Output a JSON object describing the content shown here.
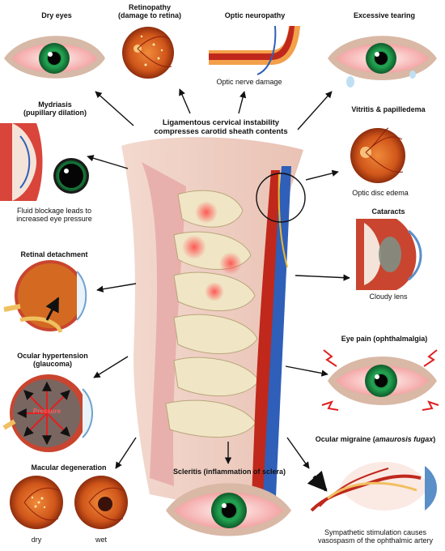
{
  "center": {
    "title_line1": "Ligamentous cervical instability",
    "title_line2": "compresses carotid sheath contents"
  },
  "conditions": {
    "dry_eyes": {
      "title": "Dry eyes"
    },
    "retinopathy": {
      "title": "Retinopathy",
      "subtitle": "(damage to retina)"
    },
    "optic_neuropathy": {
      "title": "Optic neuropathy",
      "caption": "Optic nerve damage"
    },
    "excessive_tearing": {
      "title": "Excessive tearing"
    },
    "mydriasis": {
      "title": "Mydriasis",
      "subtitle": "(pupillary dilation)",
      "caption_line1": "Fluid blockage leads to",
      "caption_line2": "increased eye pressure"
    },
    "vitritis": {
      "title": "Vitritis & papilledema",
      "caption": "Optic disc edema"
    },
    "cataracts": {
      "title": "Cataracts",
      "caption": "Cloudy lens"
    },
    "retinal_detachment": {
      "title": "Retinal detachment"
    },
    "eye_pain": {
      "title": "Eye pain (ophthalmalgia)"
    },
    "ocular_hypertension": {
      "title": "Ocular hypertension",
      "subtitle": "(glaucoma)",
      "inner_label": "Pressure"
    },
    "ocular_migraine": {
      "title_prefix": "Ocular migraine (",
      "title_italic": "amaurosis fugax",
      "title_suffix": ")",
      "caption_line1": "Sympathetic stimulation causes",
      "caption_line2": "vasospasm of the ophthalmic artery"
    },
    "macular_degeneration": {
      "title": "Macular degeneration",
      "dry_label": "dry",
      "wet_label": "wet"
    },
    "scleritis": {
      "title": "Scleritis (inflammation of sclera)"
    }
  },
  "colors": {
    "iris_green": "#1f9a4a",
    "fundus_orange": "#d9641e",
    "artery_red": "#c0281c",
    "vein_blue": "#2f5fb8",
    "nerve_yellow": "#e8b830",
    "bone": "#efe6cc",
    "muscle_pink": "#e9a6a6"
  }
}
